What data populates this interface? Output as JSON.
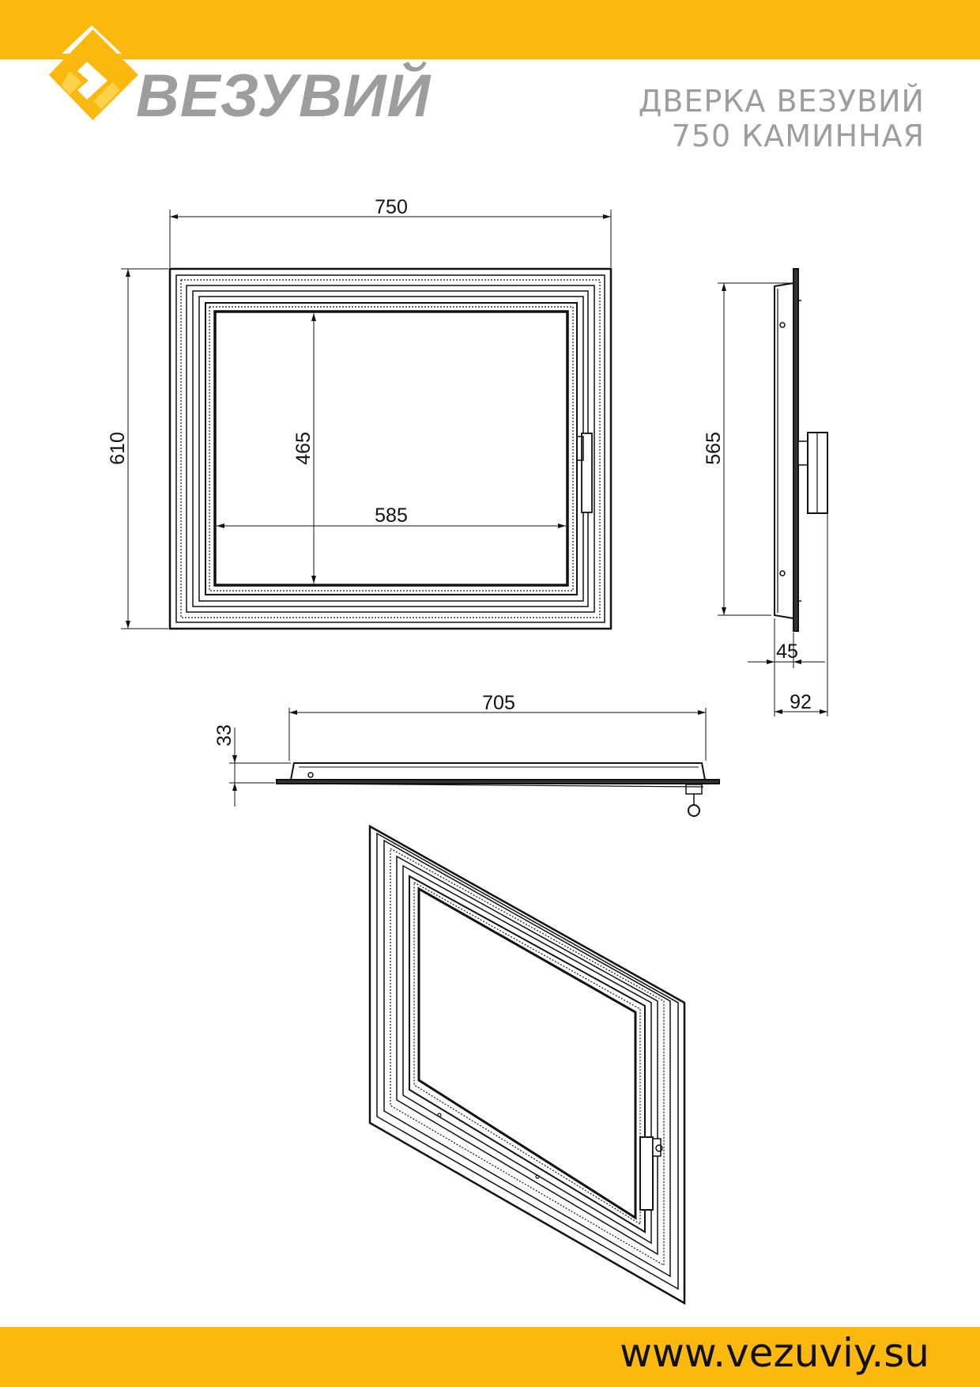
{
  "header": {
    "brand": "ВЕЗУВИЙ",
    "title_line1": "ДВЕРКА ВЕЗУВИЙ",
    "title_line2": "750 КАМИННАЯ"
  },
  "dimensions": {
    "width_outer": "750",
    "height_outer": "610",
    "glass_height": "465",
    "glass_width": "585",
    "side_height": "565",
    "side_depth_a": "45",
    "side_depth_b": "92",
    "bottom_width": "705",
    "bottom_thickness": "33"
  },
  "footer": {
    "website": "www.vezuviy.su"
  },
  "colors": {
    "accent": "#fbb80f",
    "logo_light": "#fcd24a",
    "text_gray": "#9d9d9d",
    "line": "#111111"
  },
  "icons": {
    "logo": "vezuviy-logo-icon"
  }
}
